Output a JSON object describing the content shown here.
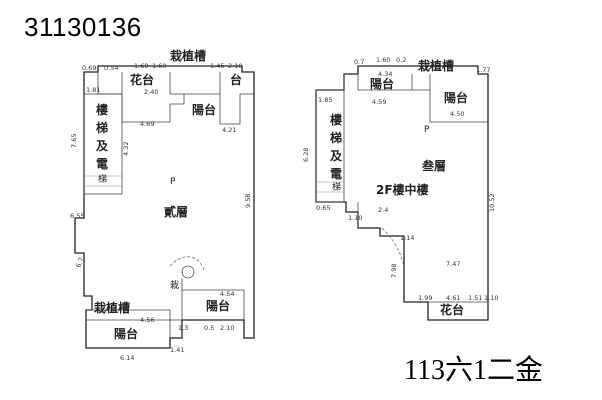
{
  "document": {
    "id": "31130136",
    "caption": "113六1二金"
  },
  "left_plan": {
    "floor": "貳層",
    "floor_prefix": "P",
    "rooms": {
      "stair": [
        "樓",
        "梯",
        "及",
        "電",
        "梯"
      ],
      "balcony_top_left": "花台",
      "balcony_top_right": "陽台",
      "balcony_top_right2": "台",
      "balcony_bottom_left": "陽台",
      "balcony_bottom_right": "陽台",
      "planter_top": "栽植槽",
      "planter_bottom": "栽植槽",
      "storage": "栽"
    },
    "dims": {
      "top1": "0.69",
      "top2": "0.54",
      "top3": "1.69",
      "top4": "1.60",
      "top5": "1.45",
      "top6": "2.10",
      "d_1_81": "1.81",
      "d_2_40": "2.40",
      "d_4_69": "4.69",
      "d_4_21": "4.21",
      "d_7_65": "7.65",
      "d_4_32": "4.32",
      "d_9_58": "9.58",
      "d_6_55": "6.55",
      "d_6_7": "6.7",
      "d_4_54": "4.54",
      "d_4_56": "4.56",
      "d_1_3": "1.3",
      "d_0_5": "0.5",
      "d_2_10": "2.10",
      "d_6_14": "6.14",
      "d_1_41": "1.41"
    }
  },
  "right_plan": {
    "floor": "叁層",
    "floor_prefix": "P",
    "note": "2F樓中樓",
    "rooms": {
      "stair": [
        "樓",
        "梯",
        "及",
        "電",
        "梯"
      ],
      "balcony_top_left": "陽台",
      "balcony_top_right": "陽台",
      "planter_top": "栽植槽",
      "balcony_bottom": "花台"
    },
    "dims": {
      "t1": "0.7",
      "t2": "1.60",
      "t3": "0.2",
      "t4": "4.34",
      "t5": "1.77",
      "d_1_85": "1.85",
      "d_4_59": "4.59",
      "d_4_50": "4.50",
      "d_6_28": "6.28",
      "d_0_65": "0.65",
      "d_1_10": "1.10",
      "d_10_52": "10.52",
      "d_2_4": "2.4",
      "d_1_14": "1.14",
      "d_7_98": "7.98",
      "d_7_47": "7.47",
      "d_1_99": "1.99",
      "d_4_61": "4.61",
      "d_1_51": "1.51",
      "d_1_10b": "1.10"
    }
  }
}
